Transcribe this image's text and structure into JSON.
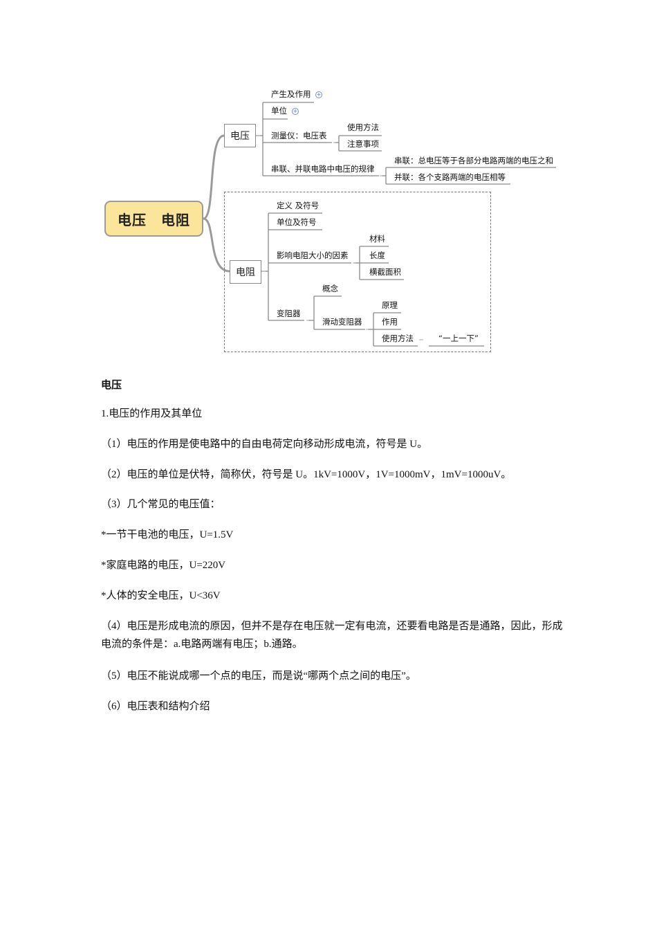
{
  "mindmap": {
    "root": "电压　电阻",
    "voltage": {
      "label": "电压",
      "items": {
        "generation": "产生及作用",
        "unit": "单位",
        "meter": "测量仪：电压表",
        "meter_usage": "使用方法",
        "meter_notes": "注意事项",
        "rule": "串联、并联电路中电压的规律",
        "series": "串联：总电压等于各部分电路两端的电压之和",
        "parallel": "并联：各个支路两端的电压相等"
      }
    },
    "resistance": {
      "label": "电阻",
      "items": {
        "definition": "定义 及符号",
        "unit": "单位及符号",
        "factors": "影响电阻大小的因素",
        "material": "材料",
        "length": "长度",
        "area": "横截面积",
        "rheostat": "变阻器",
        "concept": "概念",
        "slider": "滑动变阻器",
        "principle": "原理",
        "function": "作用",
        "usage": "使用方法",
        "rule": "“一上一下”"
      }
    },
    "expand_icon": "plus-circle-icon"
  },
  "doc": {
    "heading": "电压",
    "paragraphs": [
      "1.电压的作用及其单位",
      "（1）电压的作用是使电路中的自由电荷定向移动形成电流，符号是 U。",
      "（2）电压的单位是伏特，简称伏，符号是 U。1kV=1000V，1V=1000mV，1mV=1000uV。",
      "（3）几个常见的电压值：",
      "*一节干电池的电压，U=1.5V",
      "*家庭电路的电压，U=220V",
      "*人体的安全电压，U<36V",
      "（4）电压是形成电流的原因，但并不是存在电压就一定有电流，还要看电路是否是通路，因此，形成电流的条件是：a.电路两端有电压；b.通路。",
      "（5）电压不能说成哪一个点的电压，而是说“哪两个点之间的电压”。",
      "（6）电压表和结构介绍"
    ]
  }
}
